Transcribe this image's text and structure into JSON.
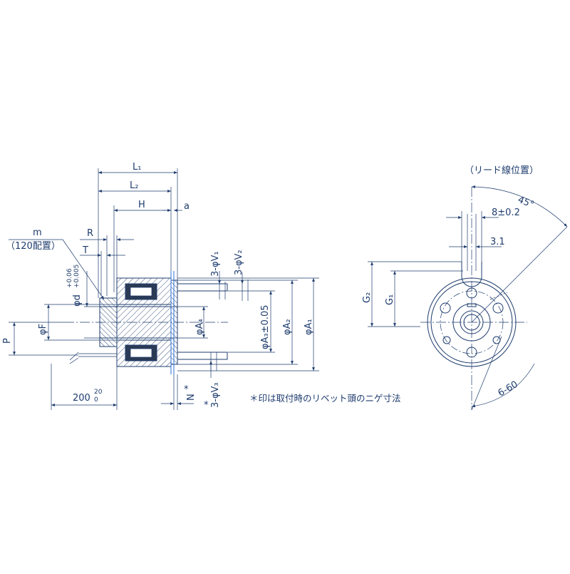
{
  "diagram": {
    "labels": {
      "L1": "L₁",
      "L2": "L₂",
      "H": "H",
      "a": "a",
      "R": "R",
      "T": "T",
      "m": "m",
      "m_note": "（120配置）",
      "V1": "3-φV₁",
      "V2": "3-φV₂",
      "V3": "3-φV₃",
      "d": "φd",
      "d_tol_upper": "+0.06",
      "d_tol_lower": "+0.005",
      "F": "φF",
      "P": "P",
      "A4": "φA₄",
      "A3": "φA₃±0.05",
      "A2": "φA₂",
      "A1": "φA₁",
      "N": "N",
      "N_mark": "*",
      "lead_length": "200",
      "lead_tol_upper": "20",
      "lead_tol_lower": "0",
      "asterisk": "*",
      "lead_position": "（リード線位置）",
      "angle45": "45°",
      "w8": "8±0.2",
      "w31": "3.1",
      "G2": "G₂",
      "G1": "G₁",
      "holes": "6-60",
      "note": "＊印は取付時のリベット頭のニゲ寸法"
    },
    "colors": {
      "line": "#1e3c6e",
      "coil": "#2b3a55",
      "blue_accent": "#2a6fd6"
    }
  }
}
